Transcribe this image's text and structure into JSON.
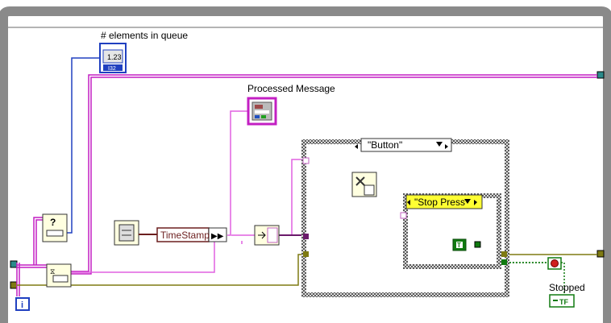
{
  "loop": {
    "title": "Message Handler",
    "iteration_terminal": "i"
  },
  "indicators": {
    "queue_count_label": "# elements in queue",
    "queue_count_value": "1.23",
    "queue_count_type": "I32",
    "processed_message_label": "Processed Message",
    "stopped_label": "Stopped",
    "stopped_type": "TF"
  },
  "nodes": {
    "timestamp_label": "TimeStamp",
    "bool_constant_label": "T"
  },
  "case_outer": {
    "selector_value": "\"Button\""
  },
  "case_inner": {
    "selector_value": "\"Stop Press"
  },
  "colors": {
    "loop_frame": "#8a8a8a",
    "cluster_wire": "#c31fc3",
    "queue_wire": "#7e7a12",
    "numeric_wire": "#2040c0",
    "bool_wire": "#107a10",
    "string_wire": "#c060c0",
    "case_highlight": "#ffff33"
  },
  "icons": [
    "elements-in-queue-icon",
    "preview-queue-icon",
    "dequeue-element-icon",
    "get-timestamp-icon",
    "unbundle-by-name-icon",
    "variant-to-data-icon",
    "stop-button-icon"
  ]
}
